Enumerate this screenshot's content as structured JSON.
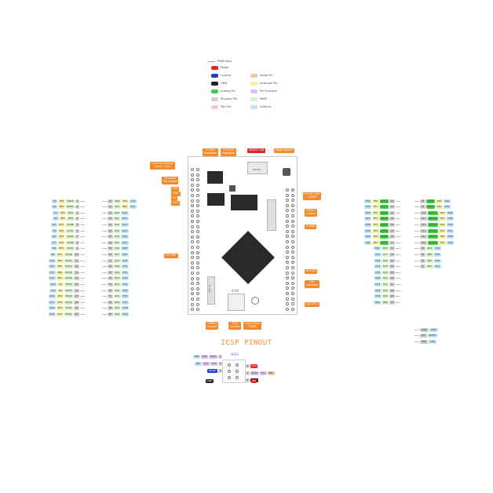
{
  "colors": {
    "power": "#e02828",
    "control": "#1f3bd6",
    "gnd": "#222222",
    "analog": "#3fd13f",
    "physical": "#cfcfcf",
    "port": "#f6c9cc",
    "serial": "#f3c99a",
    "interrupt": "#f5f0a3",
    "pinfunc": "#d7c3ee",
    "pwm": "#d5f2c4",
    "arduino": "#bfe2f5",
    "orange": "#f48a2a"
  },
  "legend": {
    "items": [
      {
        "key": "pwm_wire",
        "label": "PWM Wire",
        "kind": "line"
      },
      {
        "key": "power",
        "label": "Power",
        "kind": "swatch"
      },
      {
        "key": "control",
        "label": "Control",
        "kind": "swatch"
      },
      {
        "key": "gnd",
        "label": "GND",
        "kind": "swatch"
      },
      {
        "key": "analog",
        "label": "Analog Pin",
        "kind": "swatch"
      },
      {
        "key": "physical",
        "label": "Physical Pin",
        "kind": "swatch"
      },
      {
        "key": "port",
        "label": "Port Pin",
        "kind": "swatch"
      },
      {
        "key": "serial",
        "label": "Serial Pin",
        "kind": "swatch"
      },
      {
        "key": "interrupt",
        "label": "Interrupt Pin",
        "kind": "swatch"
      },
      {
        "key": "pinfunc",
        "label": "Pin Function",
        "kind": "swatch"
      },
      {
        "key": "pwm",
        "label": "PWM",
        "kind": "swatch"
      },
      {
        "key": "arduino",
        "label": "Arduino",
        "kind": "swatch"
      }
    ]
  },
  "callouts": {
    "regulator_33": "3V3/5V\nRegulator",
    "regulator_5": "3.3V/5V\nRegulator",
    "micro_usb": "MICRO USB",
    "reset_button": "Reset Button",
    "external_voltage": "External Voltage\nInput 7-12V",
    "power_select": "5V Input\n3V Output",
    "vin": "VIN",
    "gnd": "GND",
    "v5": "5V",
    "v33": "3V3",
    "io_pins": "I/O PINS",
    "screw_hole_top": "Screw Hole\n3.0MM",
    "crystal": "16MHz\nCrystal",
    "a_pins": "A PINS",
    "rx_led": "RX LED",
    "led_indicator": "LED\nIndicator",
    "led_13": "LED D13",
    "crystal_16mhz": "16MHz\nCrystal",
    "icsp_header": "ICSP\nHeader",
    "screw_hole_bottom": "Screw Hole\n3.0MM"
  },
  "board": {
    "usb_text": "MICRO",
    "crystal_text": "16.000",
    "icsp_text": "ICSP"
  },
  "icsp": {
    "title": "ICSP PINOUT",
    "top_label": "MISO",
    "pins_left": [
      {
        "num": "1",
        "color": "pinfunc",
        "labels": [
          "MISO",
          "D50",
          "PB3"
        ]
      },
      {
        "num": "3",
        "color": "pinfunc",
        "labels": [
          "SCK",
          "D52",
          "PB1"
        ]
      },
      {
        "num": "5",
        "color": "control",
        "labels": [
          "RESET"
        ]
      }
    ],
    "pins_right": [
      {
        "num": "2",
        "color": "power",
        "labels": [
          "VCC"
        ]
      },
      {
        "num": "4",
        "color": "pinfunc",
        "labels": [
          "MOSI",
          "D51",
          "PB2"
        ]
      },
      {
        "num": "6",
        "color": "gnd",
        "labels": [
          "GND"
        ]
      }
    ],
    "left_bottom": "GND",
    "right_bottom": "5V"
  },
  "pins_left": [
    {
      "num": "1",
      "labels": [
        "TXD0",
        "PE1",
        "D1"
      ]
    },
    {
      "num": "2",
      "labels": [
        "RXD0",
        "PE0",
        "D0"
      ]
    },
    {
      "num": "3",
      "labels": [
        "INT4",
        "PE4",
        "D2"
      ]
    },
    {
      "num": "4",
      "labels": [
        "INT5",
        "PE5",
        "D3"
      ]
    },
    {
      "num": "5",
      "labels": [
        "OC0B",
        "PG5",
        "D4"
      ]
    },
    {
      "num": "6",
      "labels": [
        "OC3A",
        "PE3",
        "D5"
      ]
    },
    {
      "num": "7",
      "labels": [
        "OC4A",
        "PH3",
        "D6"
      ]
    },
    {
      "num": "8",
      "labels": [
        "OC4B",
        "PH4",
        "D7"
      ]
    },
    {
      "num": "9",
      "labels": [
        "OC4C",
        "PH5",
        "D8"
      ]
    },
    {
      "num": "10",
      "labels": [
        "OC2B",
        "PH6",
        "D9"
      ]
    },
    {
      "num": "11",
      "labels": [
        "OC2A",
        "PB4",
        "D10"
      ]
    },
    {
      "num": "12",
      "labels": [
        "OC1A",
        "PB5",
        "D11"
      ]
    },
    {
      "num": "13",
      "labels": [
        "OC1B",
        "PB6",
        "D12"
      ]
    },
    {
      "num": "14",
      "labels": [
        "OC0A",
        "PB7",
        "D13"
      ]
    },
    {
      "num": "15",
      "labels": [
        "TXD3",
        "PJ1",
        "D14"
      ]
    },
    {
      "num": "16",
      "labels": [
        "RXD3",
        "PJ0",
        "D15"
      ]
    },
    {
      "num": "17",
      "labels": [
        "TXD2",
        "PH1",
        "D16"
      ]
    },
    {
      "num": "18",
      "labels": [
        "RXD2",
        "PH0",
        "D17"
      ]
    },
    {
      "num": "19",
      "labels": [
        "TXD1",
        "PD3",
        "D18"
      ]
    },
    {
      "num": "20",
      "labels": [
        "RXD1",
        "PD2",
        "D19"
      ]
    }
  ],
  "pins_left_inner": [
    {
      "num": "21",
      "labels": [
        "SDA",
        "PD1",
        "D20"
      ]
    },
    {
      "num": "22",
      "labels": [
        "SCL",
        "PD0",
        "D21"
      ]
    },
    {
      "num": "23",
      "labels": [
        "PA0",
        "D22"
      ]
    },
    {
      "num": "24",
      "labels": [
        "PA1",
        "D23"
      ]
    },
    {
      "num": "25",
      "labels": [
        "PA2",
        "D24"
      ]
    },
    {
      "num": "26",
      "labels": [
        "PA3",
        "D25"
      ]
    },
    {
      "num": "27",
      "labels": [
        "PA4",
        "D26"
      ]
    },
    {
      "num": "28",
      "labels": [
        "PA5",
        "D27"
      ]
    },
    {
      "num": "29",
      "labels": [
        "PA6",
        "D28"
      ]
    },
    {
      "num": "30",
      "labels": [
        "PA7",
        "D29"
      ]
    },
    {
      "num": "31",
      "labels": [
        "PC7",
        "D30"
      ]
    },
    {
      "num": "32",
      "labels": [
        "PC6",
        "D31"
      ]
    },
    {
      "num": "33",
      "labels": [
        "PC5",
        "D32"
      ]
    },
    {
      "num": "34",
      "labels": [
        "PC4",
        "D33"
      ]
    },
    {
      "num": "35",
      "labels": [
        "PC3",
        "D34"
      ]
    },
    {
      "num": "36",
      "labels": [
        "PC2",
        "D35"
      ]
    },
    {
      "num": "37",
      "labels": [
        "PC1",
        "D36"
      ]
    },
    {
      "num": "38",
      "labels": [
        "PC0",
        "D37"
      ]
    },
    {
      "num": "39",
      "labels": [
        "PD7",
        "D38"
      ]
    },
    {
      "num": "40",
      "labels": [
        "PG2",
        "D39"
      ]
    }
  ],
  "pins_right": [
    {
      "num": "A0",
      "labels": [
        "ADC0",
        "PF0",
        "D54"
      ]
    },
    {
      "num": "A1",
      "labels": [
        "ADC1",
        "PF1",
        "D55"
      ]
    },
    {
      "num": "A2",
      "labels": [
        "ADC2",
        "PF2",
        "D56"
      ]
    },
    {
      "num": "A3",
      "labels": [
        "ADC3",
        "PF3",
        "D57"
      ]
    },
    {
      "num": "A4",
      "labels": [
        "ADC4",
        "PF4",
        "D58"
      ]
    },
    {
      "num": "A5",
      "labels": [
        "ADC5",
        "PF5",
        "D59"
      ]
    },
    {
      "num": "A6",
      "labels": [
        "ADC6",
        "PF6",
        "D60"
      ]
    },
    {
      "num": "A7",
      "labels": [
        "ADC7",
        "PF7",
        "D61"
      ]
    },
    {
      "num": "41",
      "labels": [
        "PG0",
        "D41"
      ]
    },
    {
      "num": "42",
      "labels": [
        "PL7",
        "D42"
      ]
    },
    {
      "num": "43",
      "labels": [
        "PL6",
        "D43"
      ]
    },
    {
      "num": "44",
      "labels": [
        "PL5",
        "D44"
      ]
    },
    {
      "num": "45",
      "labels": [
        "PL4",
        "D45"
      ]
    },
    {
      "num": "46",
      "labels": [
        "PL3",
        "D46"
      ]
    },
    {
      "num": "47",
      "labels": [
        "PL2",
        "D47"
      ]
    },
    {
      "num": "48",
      "labels": [
        "PL1",
        "D48"
      ]
    },
    {
      "num": "49",
      "labels": [
        "PL0",
        "D49"
      ]
    },
    {
      "num": "50",
      "labels": [
        "PB3",
        "D50"
      ]
    }
  ],
  "pins_right_outer": [
    {
      "num": "A8",
      "labels": [
        "ADC8",
        "PK0",
        "D62"
      ]
    },
    {
      "num": "A9",
      "labels": [
        "ADC9",
        "PK1",
        "D63"
      ]
    },
    {
      "num": "A10",
      "labels": [
        "ADC10",
        "PK2",
        "D64"
      ]
    },
    {
      "num": "A11",
      "labels": [
        "ADC11",
        "PK3",
        "D65"
      ]
    },
    {
      "num": "A12",
      "labels": [
        "ADC12",
        "PK4",
        "D66"
      ]
    },
    {
      "num": "A13",
      "labels": [
        "ADC13",
        "PK5",
        "D67"
      ]
    },
    {
      "num": "A14",
      "labels": [
        "ADC14",
        "PK6",
        "D68"
      ]
    },
    {
      "num": "A15",
      "labels": [
        "ADC15",
        "PK7",
        "D69"
      ]
    },
    {
      "num": "40",
      "labels": [
        "PG1",
        "D40"
      ]
    },
    {
      "num": "53",
      "labels": [
        "PB0",
        "D53"
      ]
    },
    {
      "num": "52",
      "labels": [
        "PB1",
        "D52"
      ]
    },
    {
      "num": "51",
      "labels": [
        "PB2",
        "D51"
      ]
    }
  ],
  "pins_right_bottom": [
    {
      "num": "AREF",
      "labels": [
        "AREF"
      ]
    },
    {
      "num": "RST",
      "labels": [
        "RESET"
      ]
    },
    {
      "num": "GND",
      "labels": [
        "GND"
      ]
    }
  ]
}
